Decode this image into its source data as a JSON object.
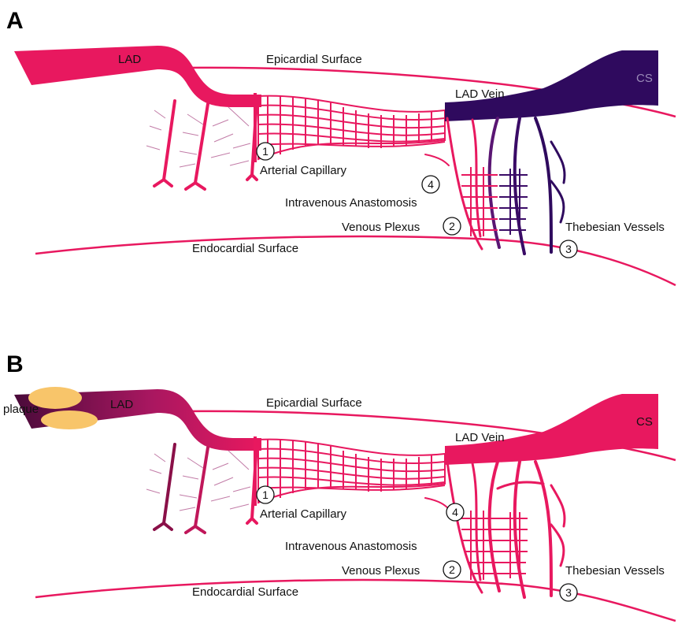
{
  "colors": {
    "artery": "#e8185f",
    "vein_dark": "#2f0a5e",
    "vein_mid": "#5a1673",
    "plaque": "#f8c56a",
    "surface": "#e8185f",
    "occluded_dark": "#5a0d40",
    "occluded_mid": "#a81760",
    "twig": "#c27ca7"
  },
  "panels": [
    {
      "letter": "A",
      "labels": {
        "lad": "LAD",
        "epicardial": "Epicardial Surface",
        "lad_vein": "LAD Vein",
        "cs": "CS",
        "arterial_capillary": "Arterial Capillary",
        "intravenous_anastomosis": "Intravenous Anastomosis",
        "venous_plexus": "Venous Plexus",
        "thebesian": "Thebesian Vessels",
        "endocardial": "Endocardial Surface"
      },
      "markers": [
        "1",
        "2",
        "3",
        "4"
      ]
    },
    {
      "letter": "B",
      "labels": {
        "plaque": "plaque",
        "lad": "LAD",
        "epicardial": "Epicardial Surface",
        "lad_vein": "LAD Vein",
        "cs": "CS",
        "arterial_capillary": "Arterial Capillary",
        "intravenous_anastomosis": "Intravenous Anastomosis",
        "venous_plexus": "Venous Plexus",
        "thebesian": "Thebesian Vessels",
        "endocardial": "Endocardial Surface"
      },
      "markers": [
        "1",
        "2",
        "3",
        "4"
      ]
    }
  ]
}
